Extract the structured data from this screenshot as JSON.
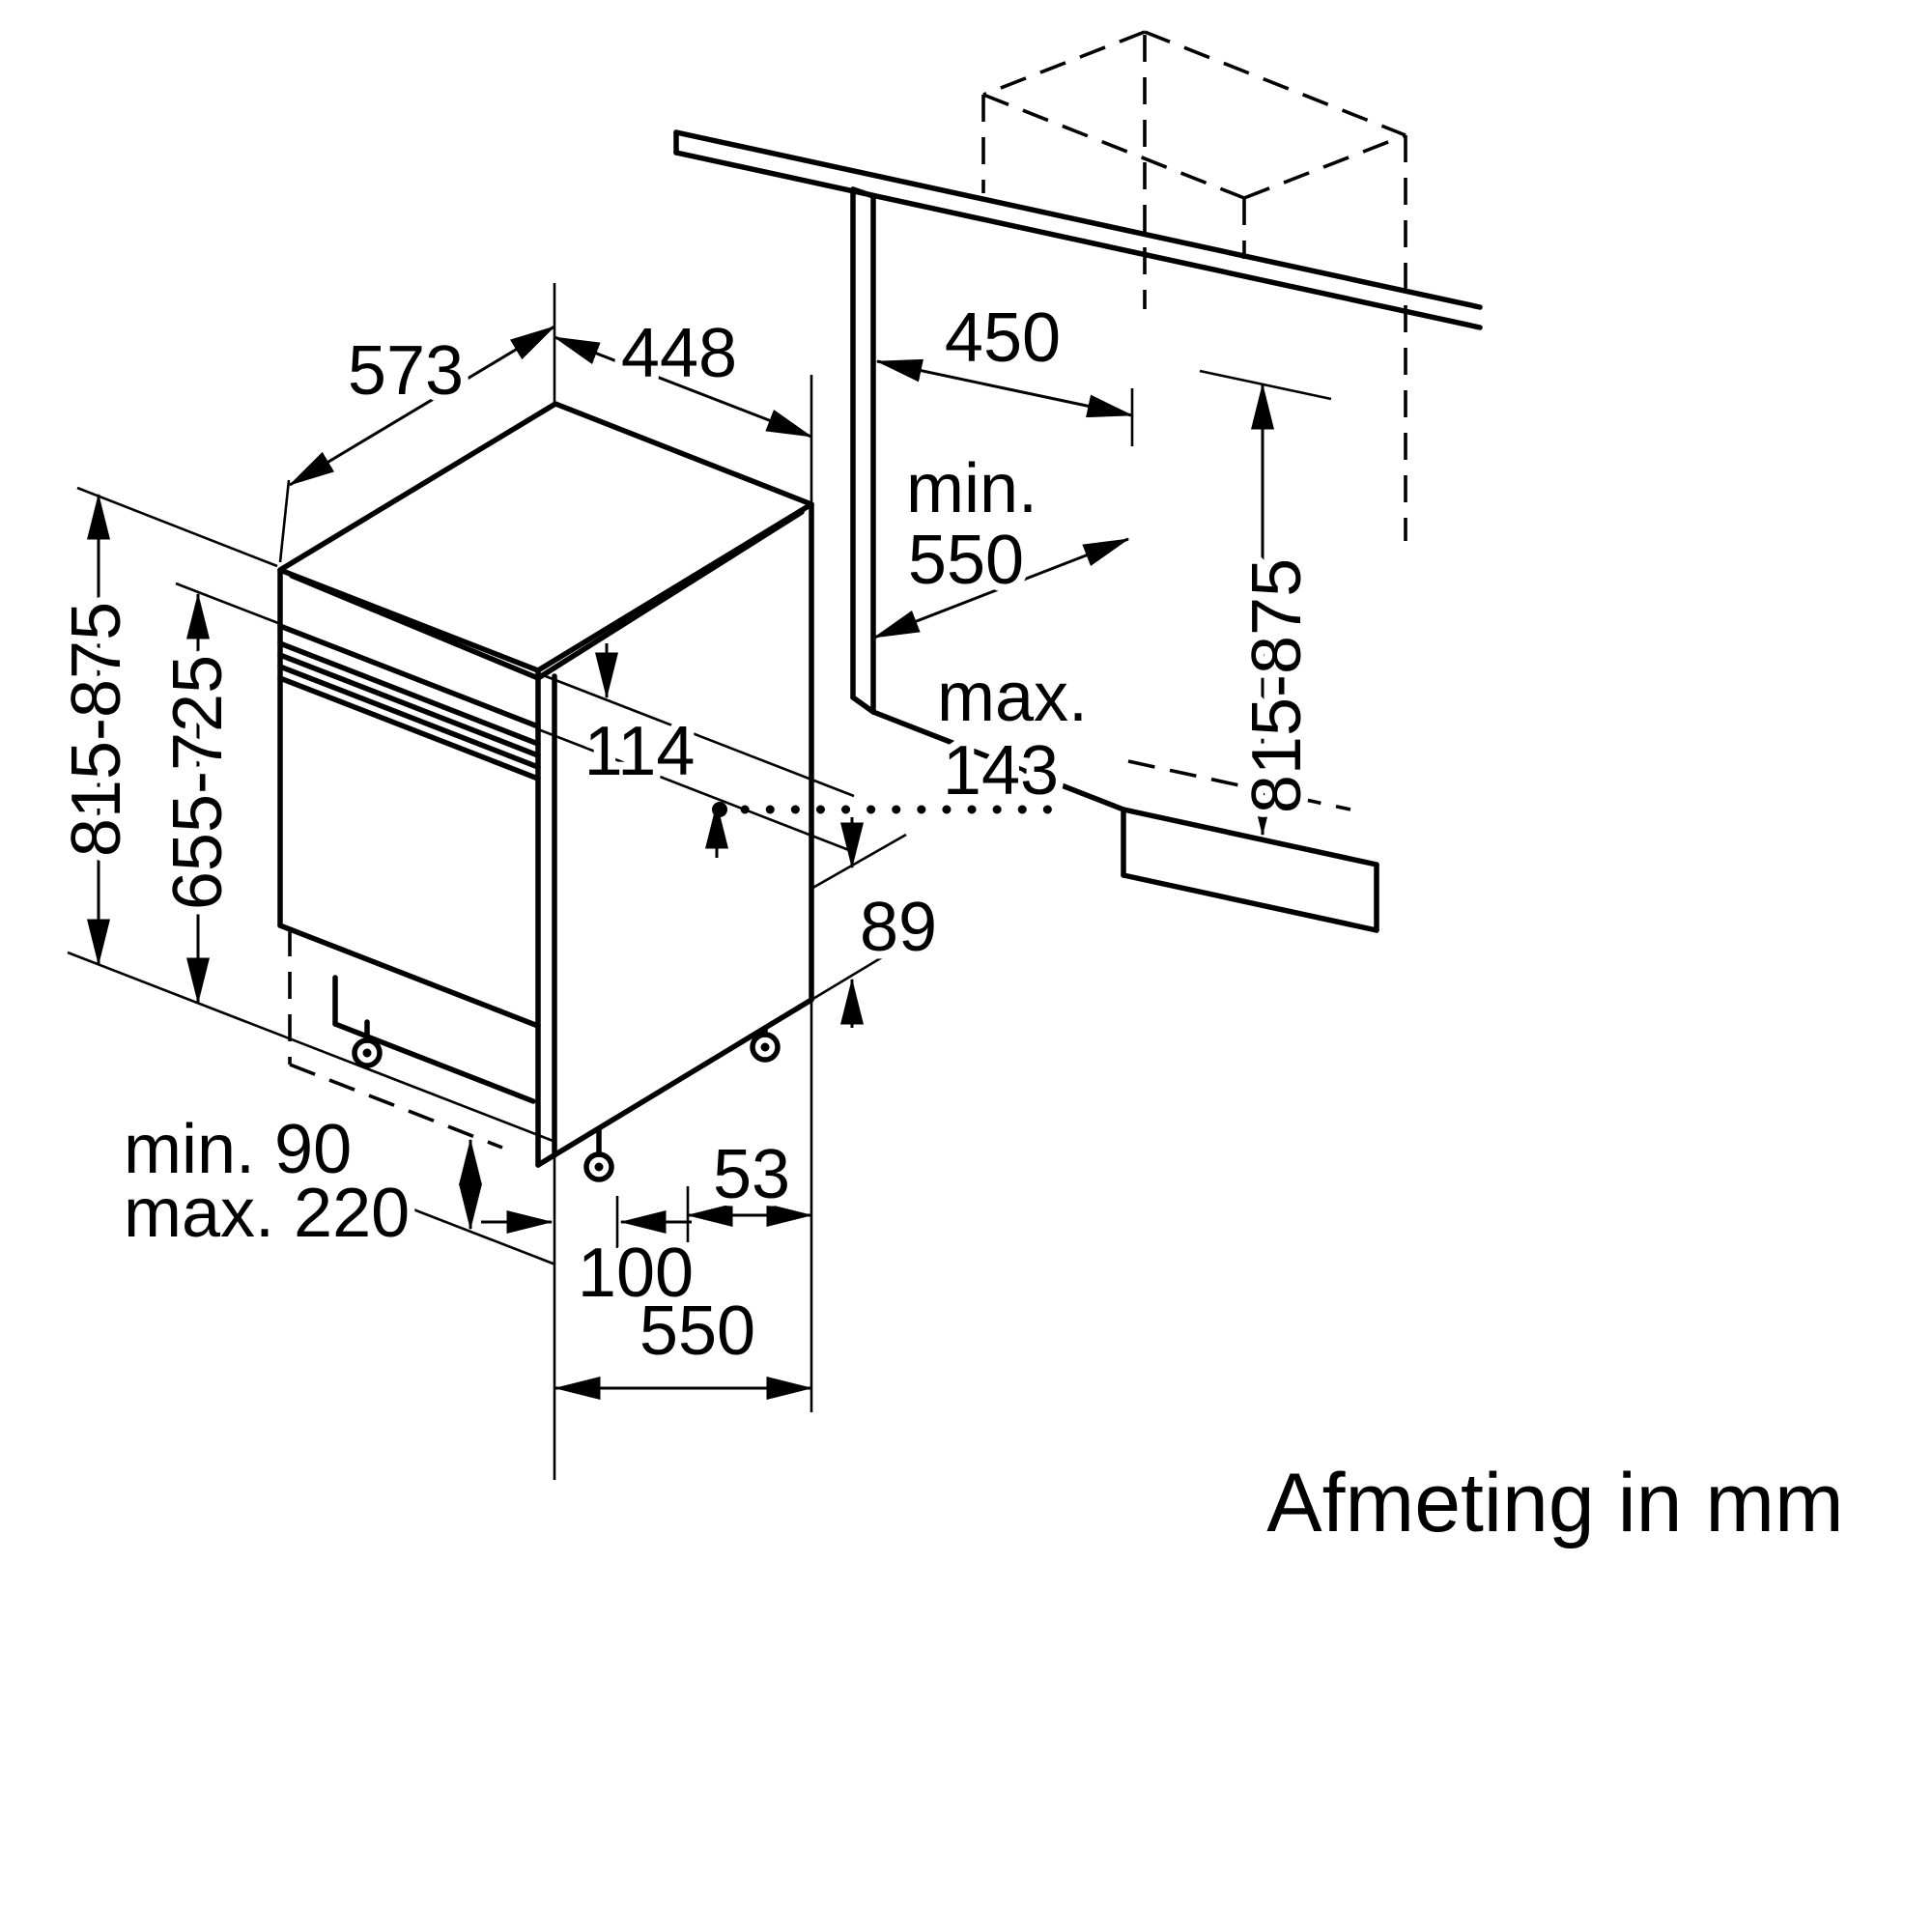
{
  "diagram": {
    "caption": "Afmeting in mm",
    "unit": "mm",
    "labels": {
      "top_width": "573",
      "top_depth": "448",
      "niche_width": "450",
      "niche_depth_min_l1": "min.",
      "niche_depth_min_l2": "550",
      "total_height": "815-875",
      "door_height": "655-725",
      "panel_height": "114",
      "max_clearance_l1": "max.",
      "max_clearance_l2": "143",
      "base_height": "89",
      "foot_offset": "53",
      "plinth_min": "min. 90",
      "plinth_max": "max. 220",
      "foot_inset": "100",
      "bottom_depth": "550",
      "niche_height": "815-875"
    },
    "colors": {
      "line": "#000000",
      "background": "#ffffff"
    }
  }
}
